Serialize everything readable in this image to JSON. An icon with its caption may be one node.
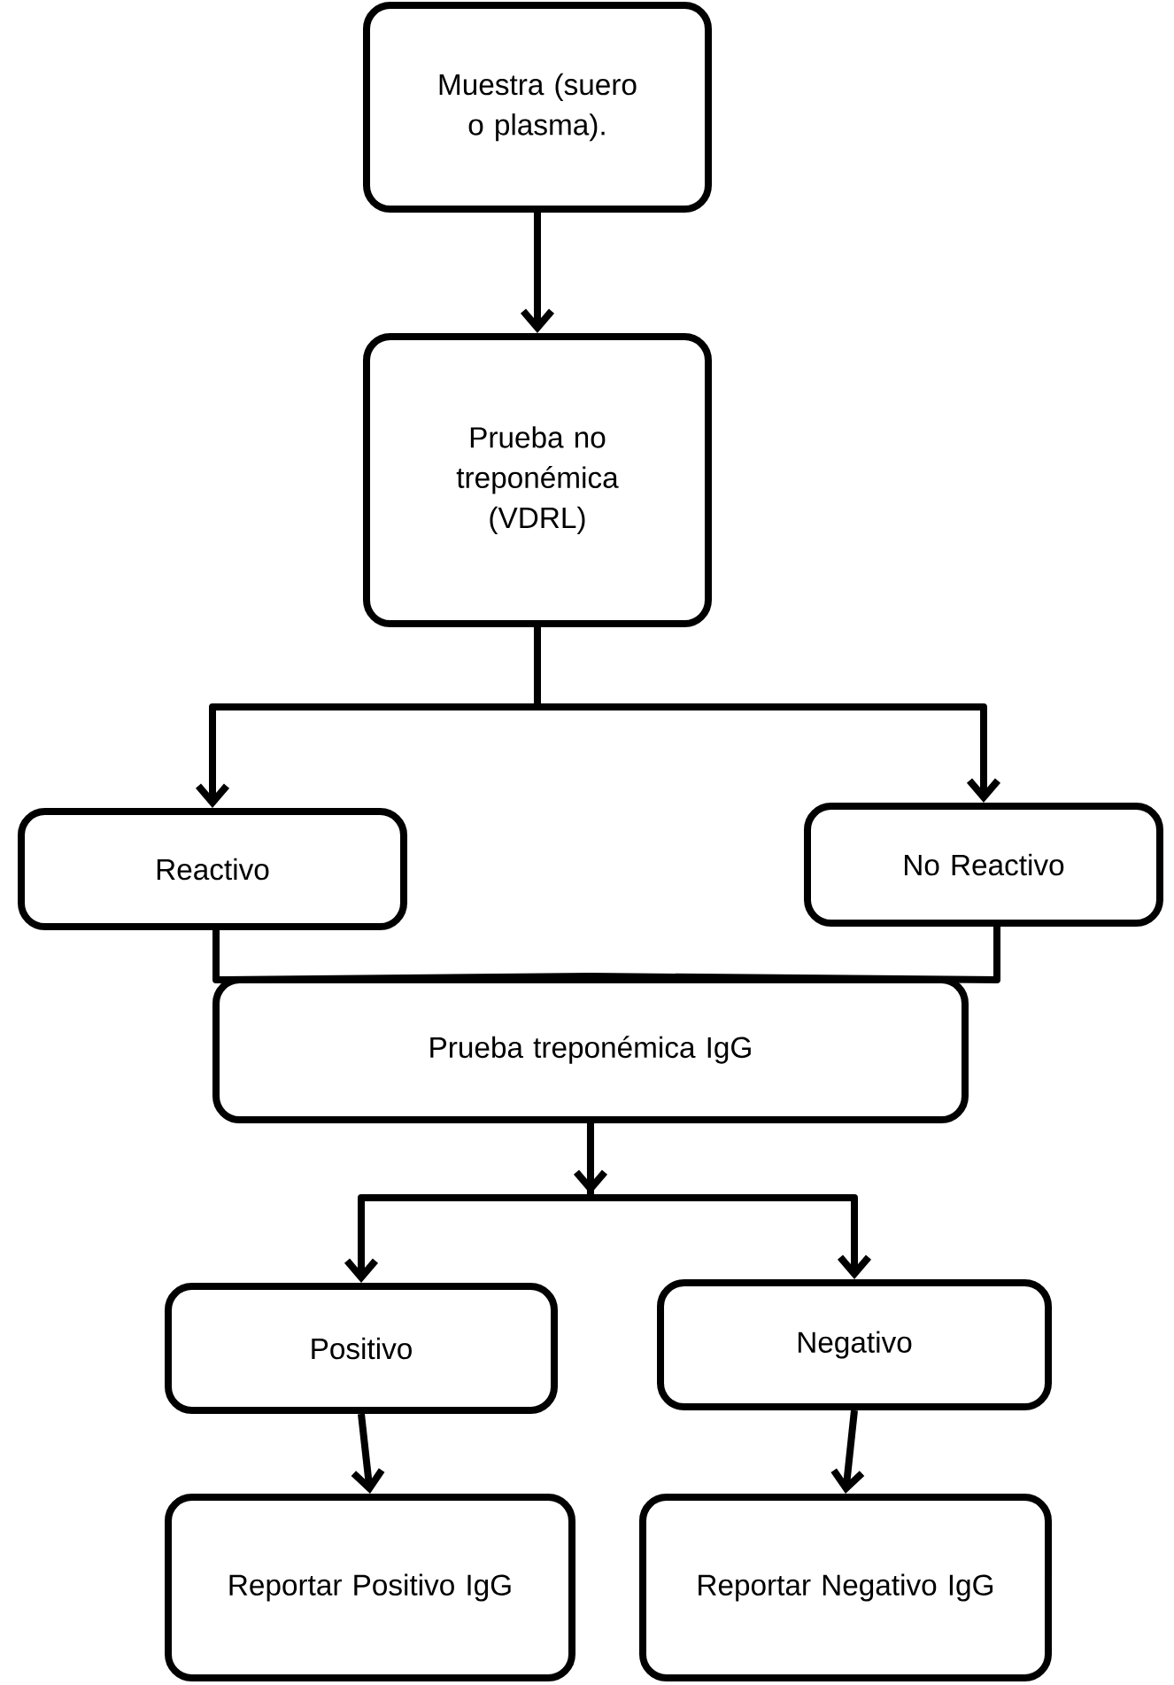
{
  "diagram": {
    "nodes": [
      {
        "text": [
          "Muestra (suero o plasma)."
        ]
      },
      {
        "text": [
          "Prueba no treponémica (VDRL)"
        ]
      },
      {
        "text": [
          "Reactivo"
        ]
      },
      {
        "text": [
          "No Reactivo"
        ]
      },
      {
        "text": [
          "Prueba treponémica  IgG"
        ]
      },
      {
        "text": [
          "Positivo"
        ]
      },
      {
        "text": [
          "Negativo"
        ]
      },
      {
        "text": [
          "Reportar Positivo IgG"
        ]
      },
      {
        "text": [
          "Reportar Negativo IgG"
        ]
      }
    ],
    "edges": [
      {
        "from": 0,
        "to": 1,
        "arrow": "to"
      },
      {
        "from": 1,
        "to": 2,
        "arrow": "to"
      },
      {
        "from": 1,
        "to": 3,
        "arrow": "to"
      },
      {
        "from": 2,
        "to": 4,
        "arrow": "none"
      },
      {
        "from": 3,
        "to": 4,
        "arrow": "none"
      },
      {
        "from": 4,
        "to": 5,
        "arrow": "to"
      },
      {
        "from": 4,
        "to": 6,
        "arrow": "to"
      },
      {
        "from": 5,
        "to": 7,
        "arrow": "to"
      },
      {
        "from": 6,
        "to": 8,
        "arrow": "to"
      }
    ]
  }
}
